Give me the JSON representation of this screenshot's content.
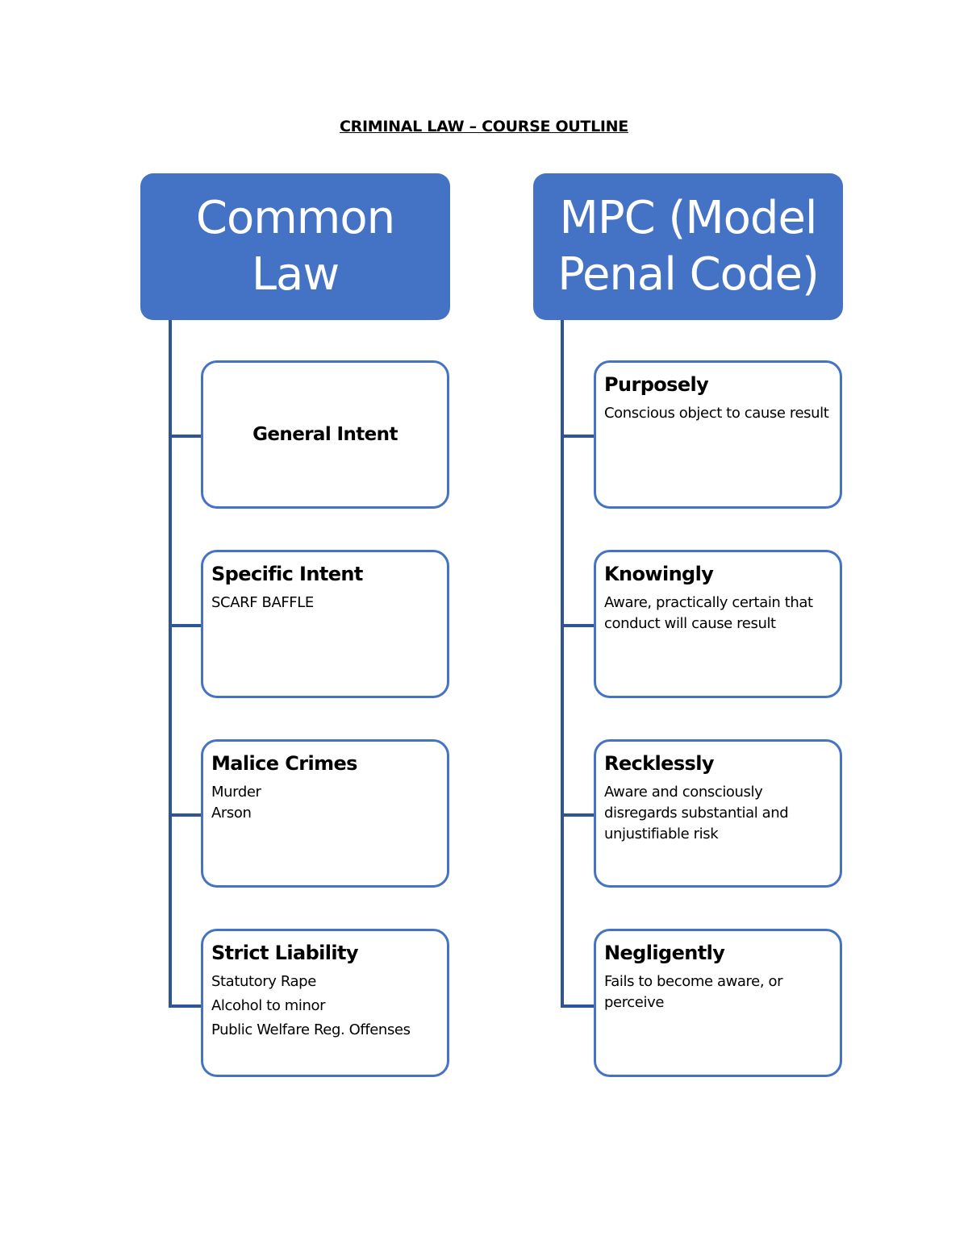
{
  "document": {
    "title": "CRIMINAL LAW – COURSE OUTLINE"
  },
  "colors": {
    "root_fill": "#4472c4",
    "node_border": "#4472c4",
    "connector": "#2f5597"
  },
  "common_law": {
    "root": {
      "line1": "Common",
      "line2": "Law"
    },
    "nodes": [
      {
        "heading": "General Intent",
        "lines": []
      },
      {
        "heading": "Specific Intent",
        "lines": [
          "SCARF BAFFLE"
        ]
      },
      {
        "heading": "Malice Crimes",
        "lines": [
          "Murder",
          "Arson"
        ]
      },
      {
        "heading": "Strict Liability",
        "lines": [
          "Statutory Rape",
          "Alcohol to minor",
          "Public Welfare Reg. Offenses"
        ]
      }
    ]
  },
  "mpc": {
    "root": {
      "line1": "MPC (Model",
      "line2": "Penal Code)"
    },
    "nodes": [
      {
        "heading": "Purposely",
        "text": "Conscious object to cause result"
      },
      {
        "heading": "Knowingly",
        "text": "Aware, practically certain that conduct will cause result"
      },
      {
        "heading": "Recklessly",
        "text": "Aware and consciously disregards substantial and unjustifiable risk"
      },
      {
        "heading": "Negligently",
        "text": "Fails to become aware, or perceive"
      }
    ]
  }
}
